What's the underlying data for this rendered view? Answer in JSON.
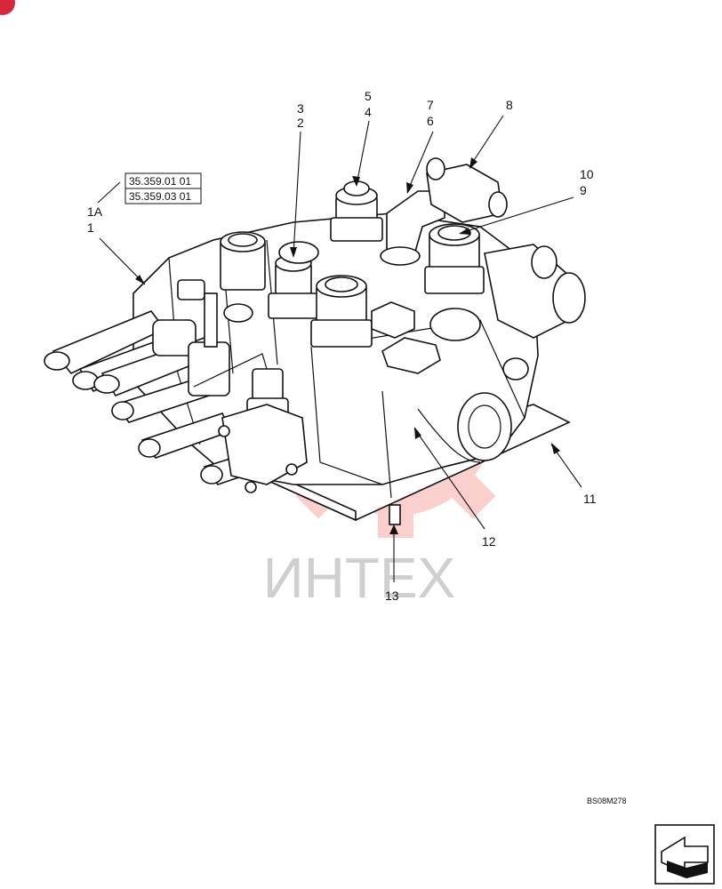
{
  "diagram": {
    "reference_boxes": [
      "35.359.01 01",
      "35.359.03 01"
    ],
    "callouts": {
      "c1": "1",
      "c1a": "1A",
      "c2": "2",
      "c3": "3",
      "c4": "4",
      "c5": "5",
      "c6": "6",
      "c7": "7",
      "c8": "8",
      "c9": "9",
      "c10": "10",
      "c11": "11",
      "c12": "12",
      "c13": "13"
    },
    "drawing_code": "BS08M278",
    "watermark_text": "ИНТЕХ",
    "colors": {
      "watermark_logo": "#e8625a",
      "line": "#111111"
    }
  },
  "navigation": {
    "icon": "page-corner-arrow-icon"
  }
}
